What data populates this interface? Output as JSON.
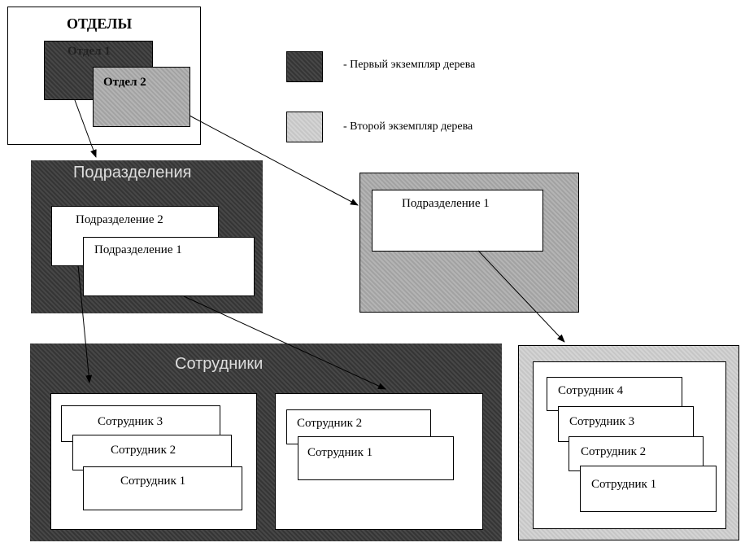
{
  "departments": {
    "title": "ОТДЕЛЫ",
    "dept1": "Отдел 1",
    "dept2": "Отдел 2"
  },
  "legend": {
    "first": "- Первый экземпляр дерева",
    "second": "- Второй экземпляр дерева"
  },
  "subdivisions_first": {
    "title": "Подразделения",
    "items": [
      "Подразделение  2",
      "Подразделение 1"
    ]
  },
  "subdivisions_second": {
    "items": [
      "Подразделение 1"
    ]
  },
  "employees_first": {
    "title": "Сотрудники",
    "group_a": [
      "Сотрудник 3",
      "Сотрудник 2",
      "Сотрудник 1"
    ],
    "group_b": [
      "Сотрудник 2",
      "Сотрудник 1"
    ]
  },
  "employees_second": {
    "items": [
      "Сотрудник 4",
      "Сотрудник 3",
      "Сотрудник 2",
      "Сотрудник 1"
    ]
  },
  "colors": {
    "first_instance": "#3d3d3d",
    "second_instance": "#a9a9a9"
  }
}
